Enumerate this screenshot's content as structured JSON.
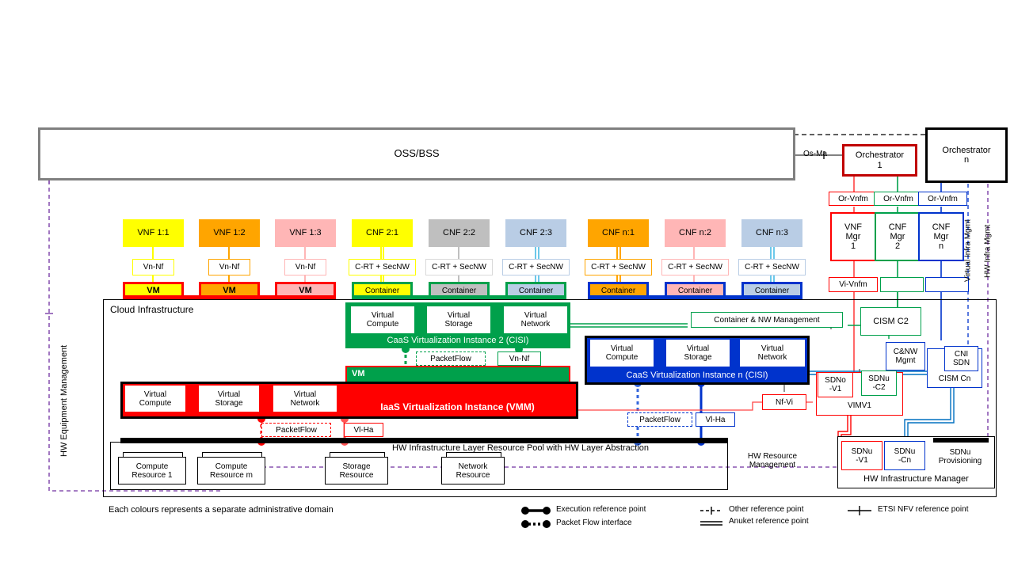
{
  "colors": {
    "yellow": "#FFFF00",
    "orange": "#FFA500",
    "pink": "#FFB6B6",
    "grey": "#BFBFBF",
    "blue_light": "#B9CDE5",
    "red": "#FF0000",
    "dark_red": "#C00000",
    "green": "#00A04B",
    "blue": "#0033CC",
    "blue_mid": "#0070C0",
    "purple": "#7030A0",
    "black": "#000000",
    "grey_border": "#808080"
  },
  "oss": {
    "label": "OSS/BSS"
  },
  "orchestrators": [
    {
      "name": "orchestrator-1",
      "line1": "Orchestrator",
      "line2": "1"
    },
    {
      "name": "orchestrator-n",
      "line1": "Orchestrator",
      "line2": "n"
    }
  ],
  "reference_points": {
    "os_ma": "Os-Ma",
    "or_vnfm": "Or-Vnfm",
    "vi_vnfm": "Vi-Vnfm",
    "nf_vi": "Nf-Vi",
    "vn_nf": "Vn-Nf",
    "vi_ha": "Vl-Ha",
    "packet_flow": "PacketFlow",
    "c_rt_secnw": "C-RT + SecNW"
  },
  "managers": [
    {
      "name": "vnf-mgr-1",
      "lines": [
        "VNF",
        "Mgr",
        "1"
      ],
      "color": "#FF0000"
    },
    {
      "name": "cnf-mgr-2",
      "lines": [
        "CNF",
        "Mgr",
        "2"
      ],
      "color": "#00A04B"
    },
    {
      "name": "cnf-mgr-n",
      "lines": [
        "CNF",
        "Mgr",
        "n"
      ],
      "color": "#0033CC"
    }
  ],
  "vertical_labels": {
    "hw_equipment_management": "HW Equipment Management",
    "virtual_infra_mgmt": "Virtual Infra Mgmt",
    "hw_infra_mgmt": "HW Infra Mgmt"
  },
  "functions_row": [
    {
      "name": "vnf-1-1",
      "label": "VNF 1:1",
      "fill": "#FFFF00",
      "border": "#FFFF00",
      "rp": "Vn-Nf",
      "instance": "VM",
      "instance_fill": "#FFFF00",
      "instance_border": "#FF0000",
      "line": "#FFFF00"
    },
    {
      "name": "vnf-1-2",
      "label": "VNF 1:2",
      "fill": "#FFA500",
      "border": "#FFA500",
      "rp": "Vn-Nf",
      "instance": "VM",
      "instance_fill": "#FFA500",
      "instance_border": "#FF0000",
      "line": "#FFA500"
    },
    {
      "name": "vnf-1-3",
      "label": "VNF 1:3",
      "fill": "#FFB6B6",
      "border": "#FFB6B6",
      "rp": "Vn-Nf",
      "instance": "VM",
      "instance_fill": "#FFB6B6",
      "instance_border": "#FF0000",
      "line": "#FFB6B6"
    },
    {
      "name": "cnf-2-1",
      "label": "CNF 2:1",
      "fill": "#FFFF00",
      "border": "#FFFF00",
      "rp": "C-RT + SecNW",
      "instance": "Container",
      "instance_fill": "#FFFF00",
      "instance_border": "#00A04B",
      "line": "#FFFF00"
    },
    {
      "name": "cnf-2-2",
      "label": "CNF 2:2",
      "fill": "#BFBFBF",
      "border": "#BFBFBF",
      "rp": "C-RT + SecNW",
      "instance": "Container",
      "instance_fill": "#BFBFBF",
      "instance_border": "#00A04B",
      "line": "#BFBFBF"
    },
    {
      "name": "cnf-2-3",
      "label": "CNF 2:3",
      "fill": "#B9CDE5",
      "border": "#B9CDE5",
      "rp": "C-RT + SecNW",
      "instance": "Container",
      "instance_fill": "#B9CDE5",
      "instance_border": "#00A04B",
      "line": "#6CC8EA"
    },
    {
      "name": "cnf-n-1",
      "label": "CNF n:1",
      "fill": "#FFA500",
      "border": "#FFA500",
      "rp": "C-RT + SecNW",
      "instance": "Container",
      "instance_fill": "#FFA500",
      "instance_border": "#0033CC",
      "line": "#FFA500"
    },
    {
      "name": "cnf-n-2",
      "label": "CNF n:2",
      "fill": "#FFB6B6",
      "border": "#FFB6B6",
      "rp": "C-RT + SecNW",
      "instance": "Container",
      "instance_fill": "#FFB6B6",
      "instance_border": "#0033CC",
      "line": "#FFB6B6"
    },
    {
      "name": "cnf-n-3",
      "label": "CNF n:3",
      "fill": "#B9CDE5",
      "border": "#B9CDE5",
      "rp": "C-RT + SecNW",
      "instance": "Container",
      "instance_fill": "#B9CDE5",
      "instance_border": "#0033CC",
      "line": "#6CC8EA"
    }
  ],
  "cloud_infrastructure": {
    "label": "Cloud Infrastructure"
  },
  "resources": {
    "compute": [
      "Virtual",
      "Compute"
    ],
    "storage": [
      "Virtual",
      "Storage"
    ],
    "network": [
      "Virtual",
      "Network"
    ]
  },
  "cisi2": {
    "label": "CaaS Virtualization Instance 2 (CISI)",
    "vm": "VM"
  },
  "cisin": {
    "label": "CaaS Virtualization Instance n (CISI)"
  },
  "vmm": {
    "label": "IaaS Virtualization Instance (VMM)"
  },
  "hw_pool": {
    "label": "HW Infrastructure Layer Resource Pool with HW Layer Abstraction",
    "resources": [
      {
        "name": "compute-resource-1",
        "lines": [
          "Compute",
          "Resource 1"
        ]
      },
      {
        "name": "compute-resource-m",
        "lines": [
          "Compute",
          "Resource m"
        ]
      },
      {
        "name": "storage-resource",
        "lines": [
          "Storage",
          "Resource"
        ]
      },
      {
        "name": "network-resource",
        "lines": [
          "Network",
          "Resource"
        ]
      }
    ]
  },
  "management": {
    "container_nw": "Container & NW Management",
    "cism_c2": "CISM C2",
    "cism_cn": "CISM Cn",
    "cni_sdn": [
      "CNI",
      "SDN"
    ],
    "c_nw_mgmt": [
      "C&NW",
      "Mgmt"
    ],
    "vim": "VIMV1",
    "sdno_v1": [
      "SDNo",
      "-V1"
    ],
    "sdnu_c2": [
      "SDNu",
      "-C2"
    ],
    "sdnu_v1": [
      "SDNu",
      "-V1"
    ],
    "sdnu_cn": [
      "SDNu",
      "-Cn"
    ],
    "sdnu_provisioning": [
      "SDNu",
      "Provisioning"
    ],
    "hw_infra_manager": "HW Infrastructure Manager",
    "hw_resource_management": [
      "HW Resource",
      "Management"
    ]
  },
  "footnote": "Each colours represents a separate administrative domain",
  "legend": [
    {
      "name": "legend-execution-reference-point",
      "glyph": "execution",
      "label": "Execution reference point"
    },
    {
      "name": "legend-packet-flow-interface",
      "glyph": "packetflow",
      "label": "Packet Flow interface"
    },
    {
      "name": "legend-other-reference-point",
      "glyph": "other",
      "label": "Other reference point"
    },
    {
      "name": "legend-anuket-reference-point",
      "glyph": "anuket",
      "label": "Anuket reference point"
    },
    {
      "name": "legend-etsi-nfv-reference-point",
      "glyph": "etsi",
      "label": "ETSI NFV reference point"
    }
  ]
}
